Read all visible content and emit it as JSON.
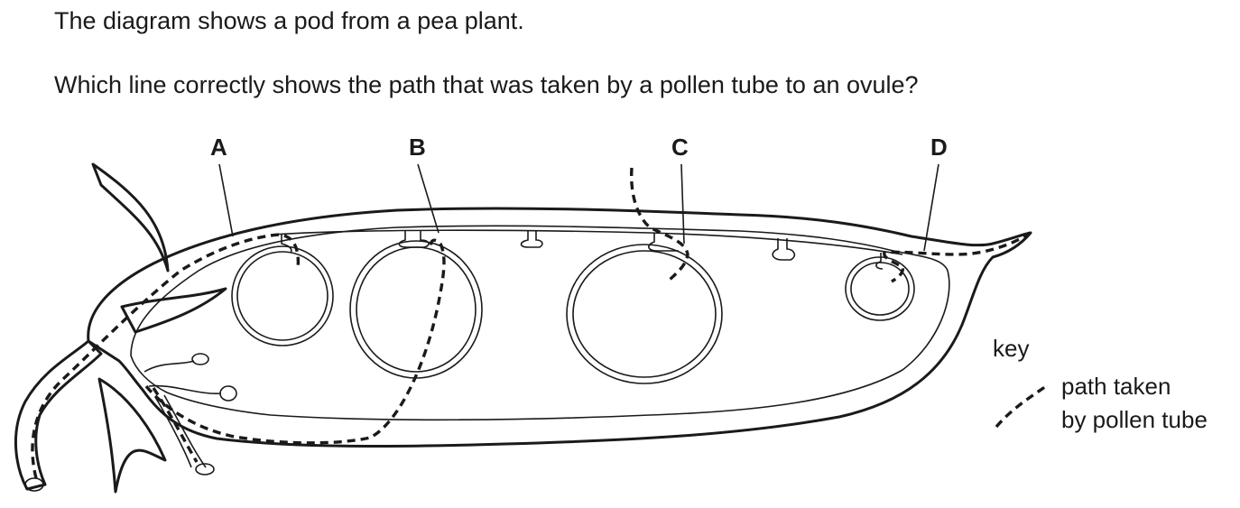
{
  "question": {
    "line1": "The diagram shows a pod from a pea plant.",
    "line2": "Which line correctly shows the path that was taken by a pollen tube to an ovule?"
  },
  "options": {
    "a": "A",
    "b": "B",
    "c": "C",
    "d": "D"
  },
  "key": {
    "title": "key",
    "line1": "path taken",
    "line2": "by pollen tube"
  }
}
